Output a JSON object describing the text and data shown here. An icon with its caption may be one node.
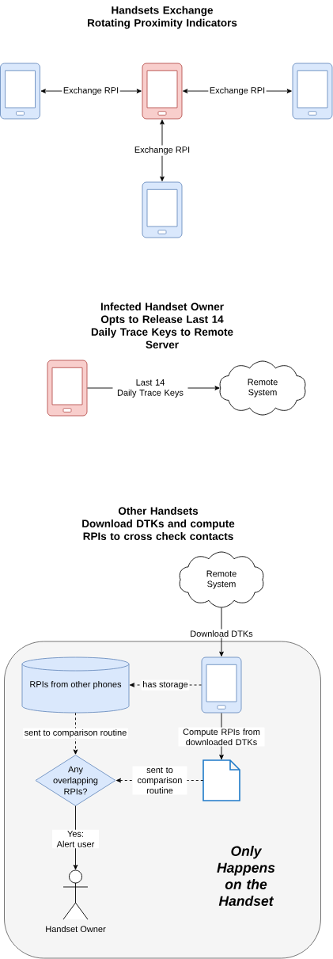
{
  "diagram": {
    "nodes": [
      {
        "text": [],
        "shape": "phone"
      },
      {
        "text": [],
        "shape": "phone"
      },
      {
        "text": [],
        "shape": "phone"
      },
      {
        "text": [],
        "shape": "phone"
      },
      {
        "text": [],
        "shape": "phone"
      },
      {
        "text": [
          "Remote System"
        ]
      },
      {
        "text": [
          "Remote System"
        ]
      },
      {
        "text": [
          "Only Happens on the Handset"
        ]
      },
      {
        "text": [
          "RPIs from other phones"
        ],
        "in": 7
      },
      {
        "text": [],
        "shape": "phone",
        "in": 7
      },
      {
        "text": [
          "Any overlapping RPIs?"
        ],
        "in": 7
      },
      {
        "text": [],
        "shape": "document",
        "in": 7
      },
      {
        "text": [
          "Handset Owner"
        ],
        "in": 7
      }
    ],
    "edges": [
      {
        "from": 0,
        "to": 1,
        "arrow": "both",
        "label": "Exchange RPI"
      },
      {
        "from": 1,
        "to": 2,
        "arrow": "both",
        "label": "Exchange RPI"
      },
      {
        "from": 1,
        "to": 3,
        "arrow": "both",
        "label": "Exchange RPI"
      },
      {
        "from": 4,
        "to": 5,
        "arrow": "to",
        "label": "Last 14 Daily Trace Keys"
      },
      {
        "from": 6,
        "to": 9,
        "arrow": "to",
        "label": "Download DTKs"
      },
      {
        "from": 9,
        "to": 8,
        "arrow": "to",
        "label": "has storage",
        "style": "dashed"
      },
      {
        "from": 8,
        "to": 10,
        "arrow": "to",
        "label": "sent to comparison routine",
        "style": "dashed"
      },
      {
        "from": 9,
        "to": 11,
        "arrow": "to",
        "label": "Compute RPIs from downloaded DTKs"
      },
      {
        "from": 11,
        "to": 10,
        "arrow": "to",
        "label": "sent to comparison routine",
        "style": "dashed"
      },
      {
        "from": 10,
        "to": 12,
        "arrow": "to",
        "label": "Yes: Alert user"
      }
    ],
    "labels": [
      "Handsets Exchange Rotating Proximity Indicators",
      "Infected Handset Owner Opts to Release Last 14 Daily Trace Keys to Remote Server",
      "Other Handsets Download DTKs and compute RPIs to cross check contacts"
    ]
  }
}
